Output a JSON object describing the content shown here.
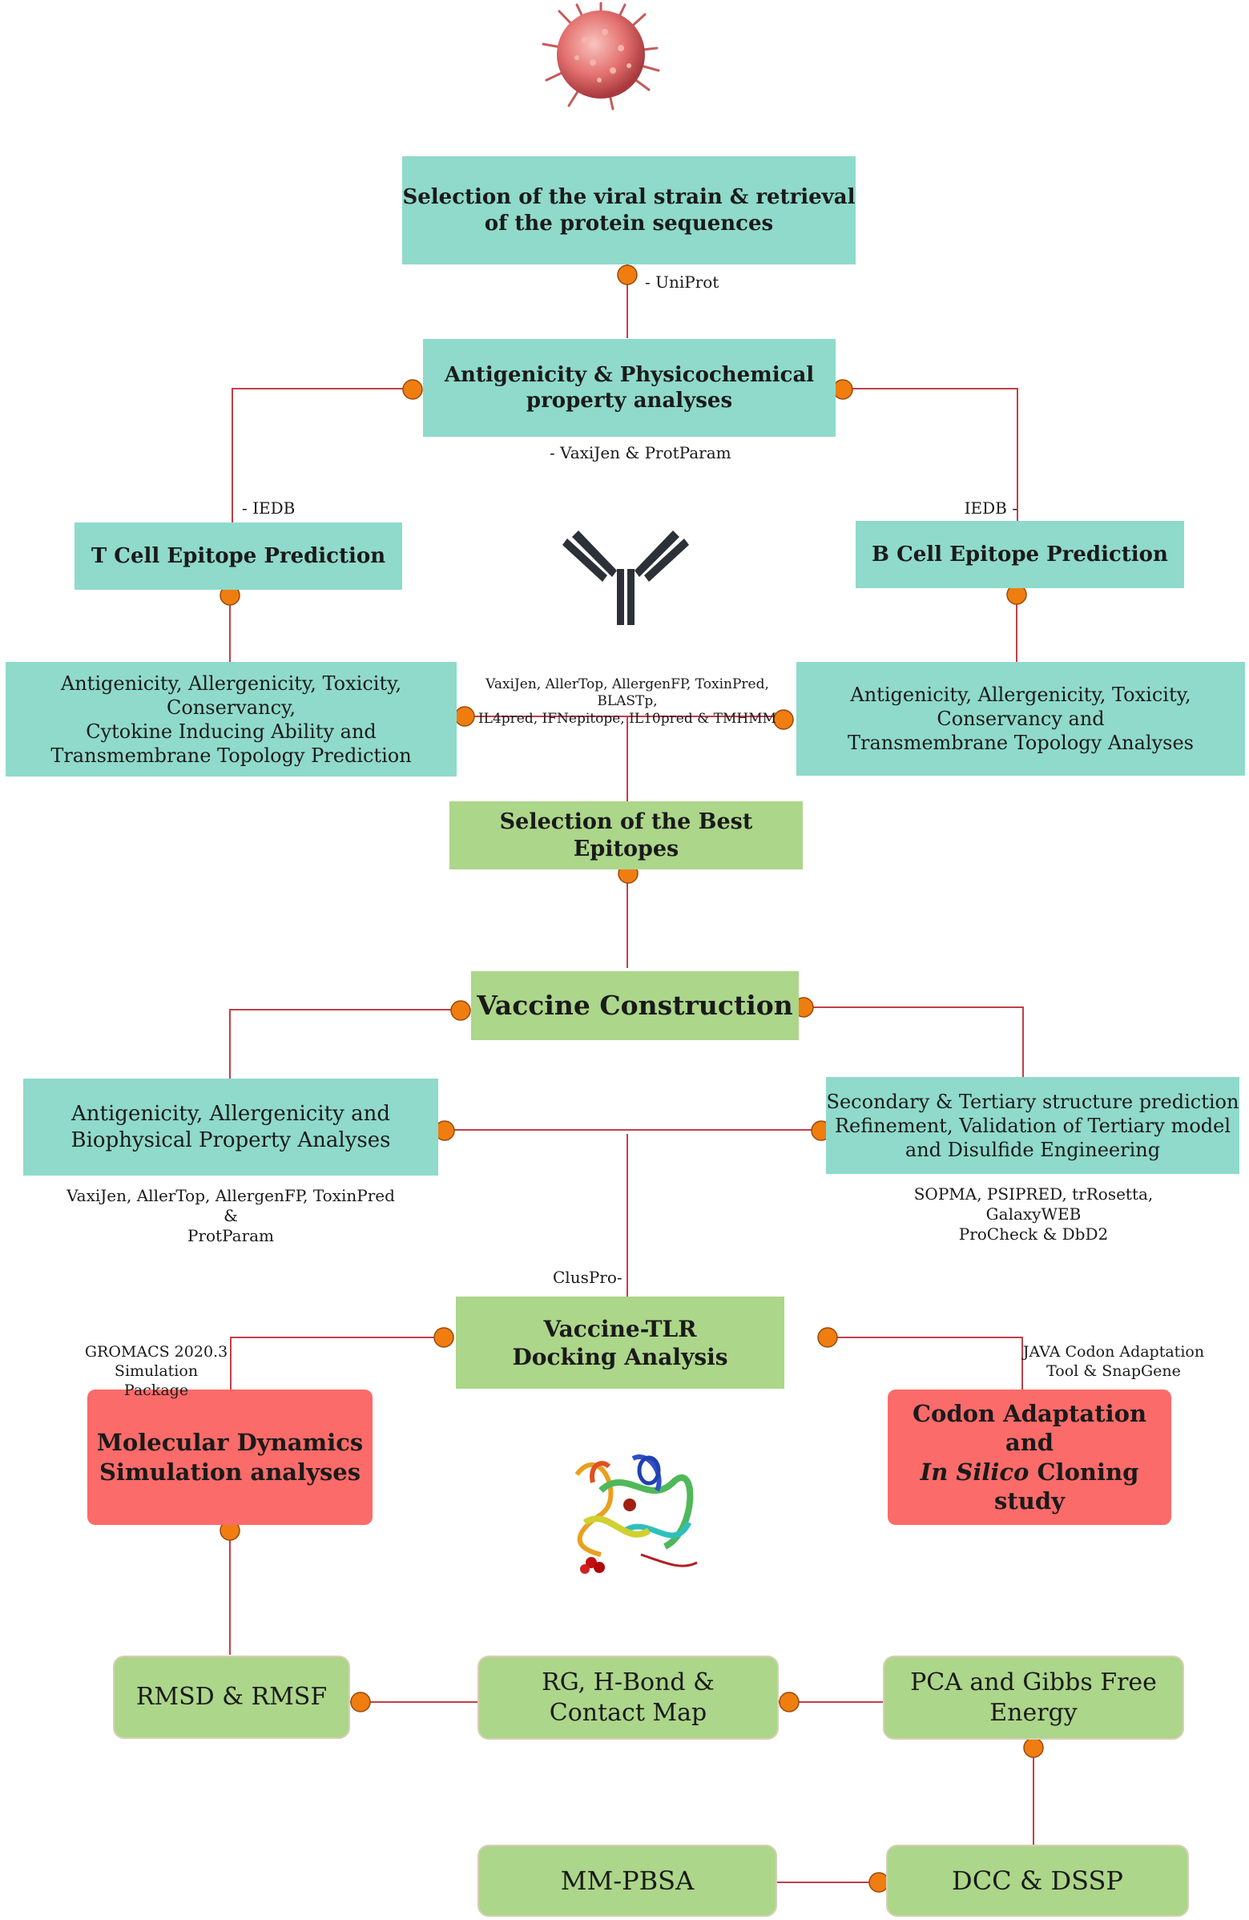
{
  "nodes": {
    "retrieval": "Selection of the viral strain & retrieval\nof the protein sequences",
    "antigenicity": "Antigenicity & Physicochemical\nproperty analyses",
    "tcell": "T Cell Epitope Prediction",
    "bcell": "B Cell Epitope Prediction",
    "tcell_analysis": "Antigenicity, Allergenicity, Toxicity, Conservancy,\nCytokine Inducing Ability and\nTransmembrane Topology Prediction",
    "bcell_analysis": "Antigenicity, Allergenicity, Toxicity,\nConservancy and\nTransmembrane Topology Analyses",
    "best_epitopes": "Selection of the Best Epitopes",
    "vaccine_construction": "Vaccine Construction",
    "biophysical": "Antigenicity, Allergenicity and\nBiophysical Property Analyses",
    "structure": "Secondary & Tertiary structure prediction\nRefinement, Validation of Tertiary model\nand Disulfide Engineering",
    "docking": "Vaccine-TLR\nDocking Analysis",
    "md": "Molecular Dynamics\nSimulation analyses",
    "codon_a": "Codon Adaptation and",
    "codon_b_italic": "In Silico",
    "codon_b_rest": " Cloning study",
    "rmsd": "RMSD & RMSF",
    "rg": "RG, H-Bond &\nContact Map",
    "pca": "PCA and Gibbs Free\nEnergy",
    "mmpbsa": "MM-PBSA",
    "dcc": "DCC & DSSP"
  },
  "tools": {
    "uniprot": "- UniProt",
    "vaxijen_protparam": "- VaxiJen & ProtParam",
    "iedb_left": "- IEDB",
    "iedb_right": "IEDB -",
    "epitope_tools": "VaxiJen, AllerTop, AllergenFP, ToxinPred, BLASTp,\nIL4pred, IFNepitope, IL10pred & TMHMM",
    "construct_tools": "VaxiJen, AllerTop, AllergenFP, ToxinPred &\nProtParam",
    "structure_tools": "SOPMA, PSIPRED, trRosetta,\nGalaxyWEB\nProCheck & DbD2",
    "cluspro": "ClusPro-",
    "gromacs": "GROMACS 2020.3\nSimulation Package",
    "java": "JAVA Codon Adaptation\nTool & SnapGene"
  },
  "colors": {
    "teal": "#8fdacb",
    "green": "#acd68a",
    "red": "#fb6b69",
    "connector": "#c0404a",
    "node_dot": "#f07d10"
  },
  "icons": [
    "virus-icon",
    "antibody-icon",
    "protein-structure-icon"
  ]
}
